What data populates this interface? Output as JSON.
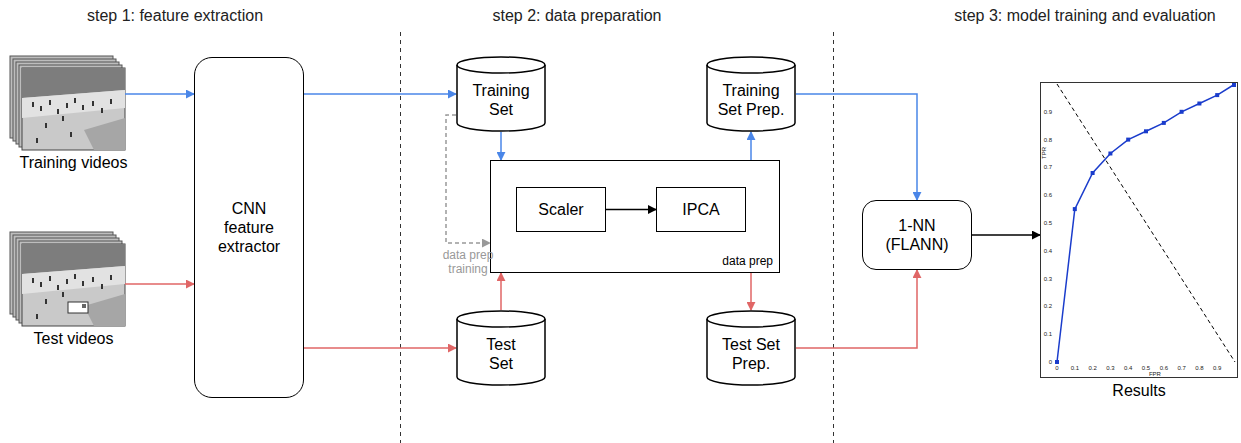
{
  "diagram": {
    "nodes": [
      {
        "text": [
          "Training videos"
        ]
      },
      {
        "text": [
          "CNN feature extractor"
        ]
      },
      {
        "text": [
          "Test videos"
        ]
      },
      {
        "text": [
          "Training Set"
        ]
      },
      {
        "text": [
          "Training Set Prep."
        ]
      },
      {
        "text": [
          "data prep"
        ]
      },
      {
        "text": [
          "Scaler"
        ],
        "in": 5
      },
      {
        "text": [
          "IPCA"
        ],
        "in": 5
      },
      {
        "text": [
          "Test Set"
        ]
      },
      {
        "text": [
          "Test Set Prep."
        ]
      },
      {
        "text": [
          "1-NN (FLANN)"
        ]
      },
      {
        "text": [
          "Results"
        ]
      }
    ],
    "edges": [
      {
        "from": 0,
        "to": 1,
        "arrow": "to"
      },
      {
        "from": 2,
        "to": 1,
        "arrow": "to"
      },
      {
        "from": 1,
        "to": 3,
        "arrow": "to"
      },
      {
        "from": 1,
        "to": 8,
        "arrow": "to"
      },
      {
        "from": 3,
        "to": 5,
        "arrow": "to"
      },
      {
        "from": 3,
        "to": 5,
        "label": "data prep training",
        "arrow": "to"
      },
      {
        "from": 6,
        "to": 7,
        "arrow": "to"
      },
      {
        "from": 5,
        "to": 4,
        "arrow": "to"
      },
      {
        "from": 8,
        "to": 5,
        "arrow": "to"
      },
      {
        "from": 5,
        "to": 9,
        "arrow": "to"
      },
      {
        "from": 4,
        "to": 10,
        "arrow": "to"
      },
      {
        "from": 9,
        "to": 10,
        "arrow": "to"
      },
      {
        "from": 10,
        "to": 11,
        "arrow": "to"
      }
    ],
    "labels": [
      "step 1: feature extraction",
      "step 2: data preparation",
      "step 3: model training and evaluation",
      "0.9",
      "0.8",
      "0.7",
      "0.6",
      "0.5",
      "0.4",
      "0.3",
      "0.2",
      "0.1",
      "0",
      "0",
      "0.1",
      "0.2",
      "0.3",
      "0.4",
      "0.5",
      "0.6",
      "0.7",
      "0.8",
      "0.9",
      "TPR",
      "FPR"
    ]
  }
}
